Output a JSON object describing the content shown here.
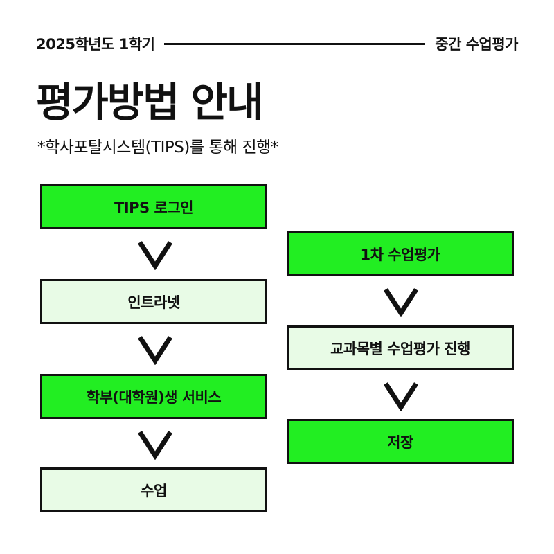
{
  "header": {
    "left": "2025학년도 1학기",
    "right": "중간 수업평가"
  },
  "title": "평가방법 안내",
  "subtitle": "*학사포탈시스템(TIPS)를 통해 진행*",
  "flow_left": [
    {
      "label": "TIPS 로그인",
      "style": "bright"
    },
    {
      "label": "인트라넷",
      "style": "pale"
    },
    {
      "label": "학부(대학원)생 서비스",
      "style": "bright"
    },
    {
      "label": "수업",
      "style": "pale"
    }
  ],
  "flow_right": [
    {
      "label": "1차 수업평가",
      "style": "bright"
    },
    {
      "label": "교과목별 수업평가 진행",
      "style": "pale"
    },
    {
      "label": "저장",
      "style": "bright"
    }
  ],
  "colors": {
    "bright_green": "#22ee22",
    "pale_green": "#e8fbe6",
    "border": "#111111"
  },
  "icons": {
    "arrow": "chevron-down-icon"
  }
}
